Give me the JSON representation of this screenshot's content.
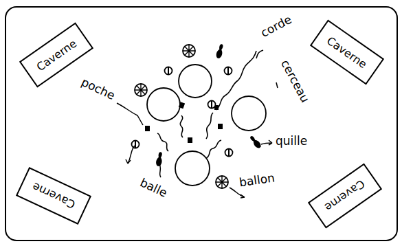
{
  "diagram": {
    "nodes": [
      {
        "text": [
          "Caverne"
        ]
      },
      {
        "text": [
          "Caverne"
        ]
      },
      {
        "text": [
          "Caverne"
        ]
      },
      {
        "text": [
          "Caverne"
        ]
      }
    ],
    "labels": [
      "poche",
      "corde",
      "cerceau",
      "quille",
      "balle",
      "ballon"
    ]
  }
}
